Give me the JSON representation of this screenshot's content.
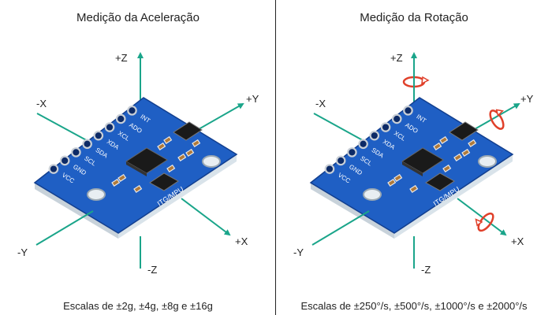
{
  "left": {
    "title": "Medição da Aceleração",
    "caption": "Escalas de ±2g, ±4g, ±8g e ±16g",
    "axes": {
      "pz": "+Z",
      "nz": "-Z",
      "px": "+X",
      "nx": "-X",
      "py": "+Y",
      "ny": "-Y"
    }
  },
  "right": {
    "title": "Medição da Rotação",
    "caption": "Escalas de ±250°/s, ±500°/s, ±1000°/s e ±2000°/s",
    "axes": {
      "pz": "+Z",
      "nz": "-Z",
      "px": "+X",
      "nx": "-X",
      "py": "+Y",
      "ny": "-Y"
    }
  },
  "board": {
    "pins": [
      "VCC",
      "GND",
      "SCL",
      "SDA",
      "XDA",
      "XCL",
      "ADO",
      "INT"
    ],
    "silk": "ITG/MPU"
  },
  "colors": {
    "axis": "#1aa58a",
    "board": "#1f5fc4",
    "board_dark": "#123f8f",
    "rotation_arrow": "#e0402a"
  }
}
